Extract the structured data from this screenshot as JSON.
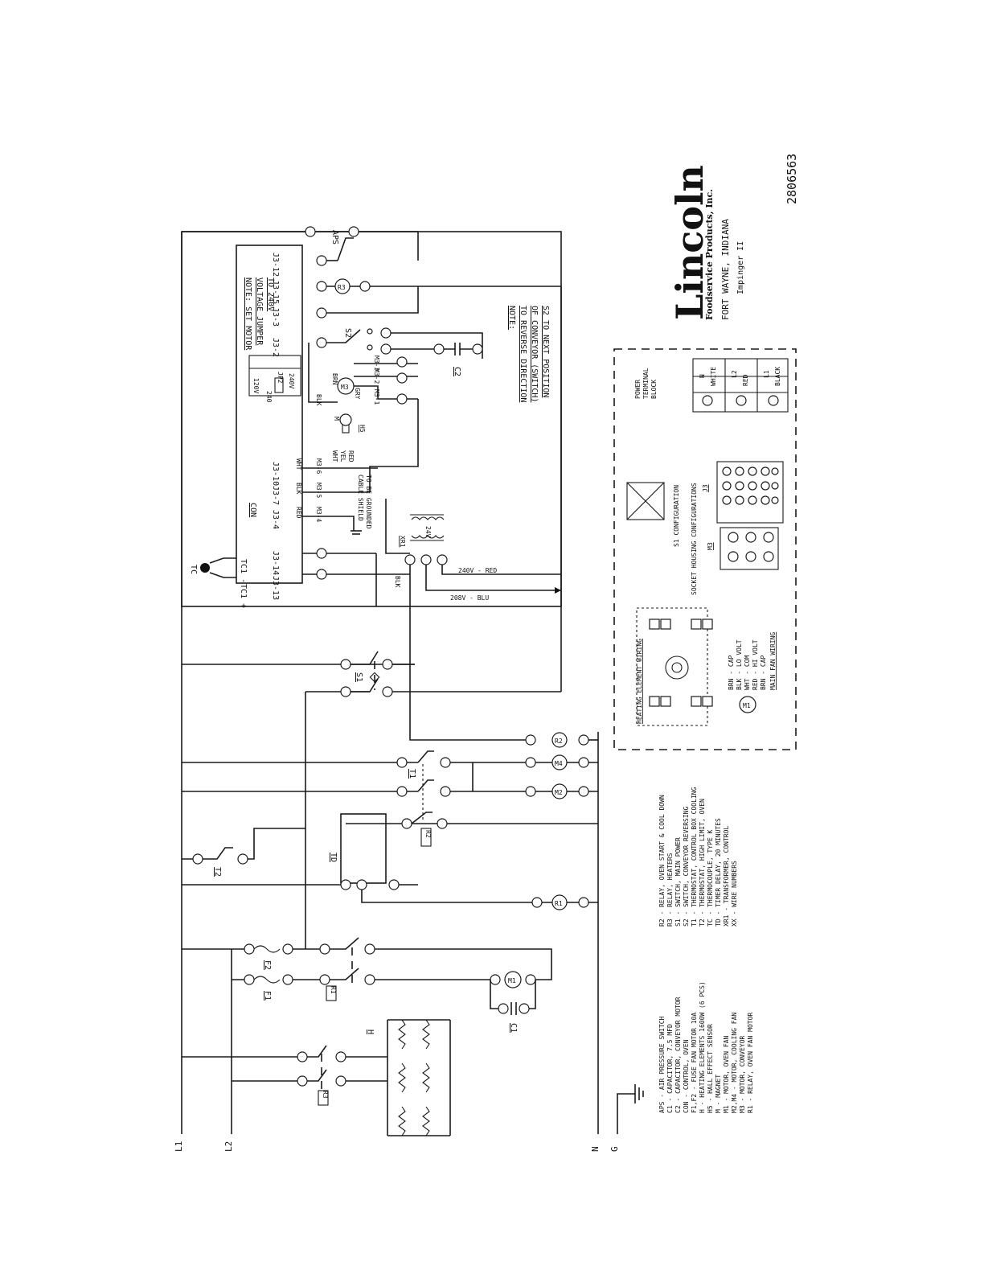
{
  "lines": {
    "l1": "L1",
    "l2": "L2",
    "n": "N",
    "g": "G"
  },
  "legend": [
    "APS - AIR PRESSURE SWITCH",
    "C1 - CAPACITOR, 7.5 MFD",
    "C2 - CAPACITOR, CONVEYOR MOTOR",
    "CON - CONTROL, OVEN",
    "F1,F2 - FUSE FAN MOTOR 10A",
    "H - HEATING ELEMENTS 1600W (6 PCS)",
    "H5 - HALL EFFECT SENSOR",
    "M - MAGNET",
    "M1 - MOTOR, OVEN FAN",
    "M2,M4 - MOTOR, COOLING FAN",
    "M3 - MOTOR, CONVEYOR",
    "R1 - RELAY, OVEN FAN MOTOR"
  ],
  "legend2": [
    "R2 - RELAY, OVEN START & COOL DOWN",
    "R3 - RELAY, HEATERS",
    "S1 - SWITCH, MAIN POWER",
    "S2 - SWITCH, CONVEYOR REVERSING",
    "T1 - THERMOSTAT, CONTROL BOX COOLING",
    "T2 - THERMOSTAT, HIGH LIMIT, OVEN",
    "TC - THERMOCOUPLE, TYPE K",
    "TD - TIMER DELAY, 20 MINUTES",
    "XR1 - TRANSFORMER, CONTROL",
    "XX - WIRE NUMBERS"
  ],
  "labels": {
    "f1": "F1",
    "f2": "F2",
    "t2": "T2",
    "t1": "T1",
    "td": "TD",
    "r1": "R1",
    "r2": "R2",
    "r3": "R3",
    "m1": "M1",
    "m2": "M2",
    "m3": "M3",
    "m4": "M4",
    "s1": "S1",
    "s2": "S2",
    "c1": "C1",
    "c2": "C2",
    "h": "H",
    "tc": "TC",
    "con": "CON",
    "xr1": "XR1",
    "aps": "APS",
    "m": "M",
    "h5": "H5",
    "blk": "BLK",
    "brn": "BRN",
    "gry": "GRY",
    "wht": "WHT",
    "yel": "YEL",
    "red": "RED",
    "v24": "24V",
    "v240red": "240V - RED",
    "v208blu": "208V - BLU",
    "jp2": "JP2",
    "v120": "120V",
    "v240": "240V",
    "n240": "240"
  },
  "con_terms": [
    "J3-13",
    "J3-14",
    "J3-4",
    "J3-7",
    "J3-10",
    "J3-2",
    "J3-3",
    "J3-15",
    "J3-12"
  ],
  "tc_terms": [
    "TC1 +",
    "TC1 -"
  ],
  "m3_terms": [
    "M3-1",
    "M3-2",
    "M3-3",
    "M3-4",
    "M3-5",
    "M3-6"
  ],
  "notes": {
    "note1": [
      "NOTE: SET MOTOR",
      "VOLTAGE JUMPER",
      "TO 240V"
    ],
    "note2": [
      "NOTE:",
      "TO REVERSE DIRECTION",
      "OF CONVEYOR (SWITCH)",
      "S2 TO NEXT POSITION"
    ],
    "shield": [
      "CABLE SHIELD",
      "TO BE GROUNDED"
    ]
  },
  "inset": {
    "heating_title": "HEATING ELEMENT WIRING",
    "fan_title": "MAIN FAN WIRING",
    "fan_lines": [
      "BRN - CAP",
      "BLK - LO VOLT",
      "WHT - COM",
      "RED - HI VOLT",
      "BRN - CAP"
    ],
    "s1_title": "S1 CONFIGURATION",
    "socket_title": "SOCKET HOUSING CONFIGURATIONS",
    "j3": "J3",
    "m3": "M3",
    "ptb_title": [
      "POWER",
      "TERMINAL",
      "BLOCK"
    ],
    "ptb_rows": [
      [
        "L1",
        "BLACK"
      ],
      [
        "L2",
        "RED"
      ],
      [
        "N",
        "WHITE"
      ]
    ]
  },
  "brand": {
    "name": "Lincoln",
    "sub": "Foodservice Products, Inc.",
    "city": "FORT WAYNE, INDIANA",
    "model": "Impinger II",
    "doc": "2806563"
  }
}
